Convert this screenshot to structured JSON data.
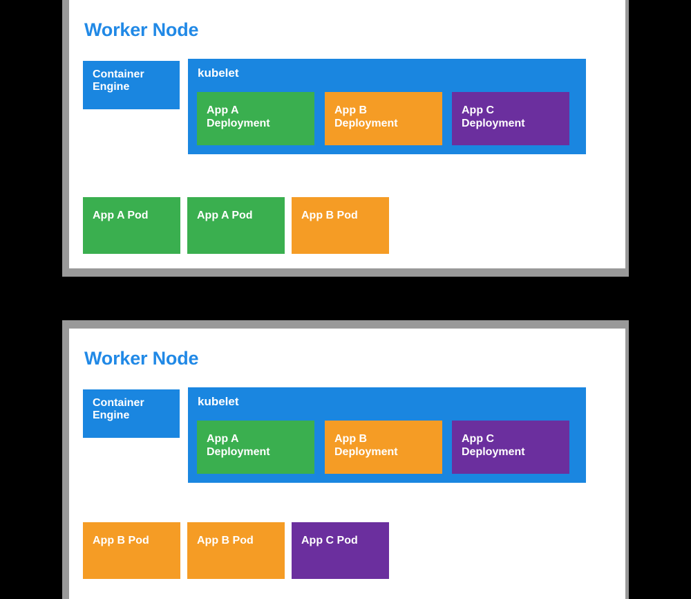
{
  "colors": {
    "background": "#000000",
    "panel_frame": "#999999",
    "panel_fill": "#ffffff",
    "title_blue": "#2189e6",
    "blue": "#1a86e0",
    "green": "#3aaf4f",
    "orange": "#f59c25",
    "purple": "#6b2f9e",
    "text_on_fill": "#ffffff"
  },
  "panels": [
    {
      "title": "Worker Node",
      "container_engine": {
        "label": "Container Engine",
        "line1": "Container",
        "line2": "Engine",
        "color": "blue"
      },
      "kubelet": {
        "label": "kubelet",
        "color": "blue",
        "deployments": [
          {
            "line1": "App A",
            "line2": "Deployment",
            "label": "App A Deployment",
            "color": "green"
          },
          {
            "line1": "App B",
            "line2": "Deployment",
            "label": "App B Deployment",
            "color": "orange"
          },
          {
            "line1": "App C",
            "line2": "Deployment",
            "label": "App C Deployment",
            "color": "purple"
          }
        ]
      },
      "pods": [
        {
          "label": "App A Pod",
          "color": "green"
        },
        {
          "label": "App A Pod",
          "color": "green"
        },
        {
          "label": "App B Pod",
          "color": "orange"
        }
      ]
    },
    {
      "title": "Worker Node",
      "container_engine": {
        "label": "Container Engine",
        "line1": "Container",
        "line2": "Engine",
        "color": "blue"
      },
      "kubelet": {
        "label": "kubelet",
        "color": "blue",
        "deployments": [
          {
            "line1": "App A",
            "line2": "Deployment",
            "label": "App A Deployment",
            "color": "green"
          },
          {
            "line1": "App B",
            "line2": "Deployment",
            "label": "App B Deployment",
            "color": "orange"
          },
          {
            "line1": "App C",
            "line2": "Deployment",
            "label": "App C Deployment",
            "color": "purple"
          }
        ]
      },
      "pods": [
        {
          "label": "App B Pod",
          "color": "orange"
        },
        {
          "label": "App B Pod",
          "color": "orange"
        },
        {
          "label": "App C Pod",
          "color": "purple"
        }
      ]
    }
  ]
}
